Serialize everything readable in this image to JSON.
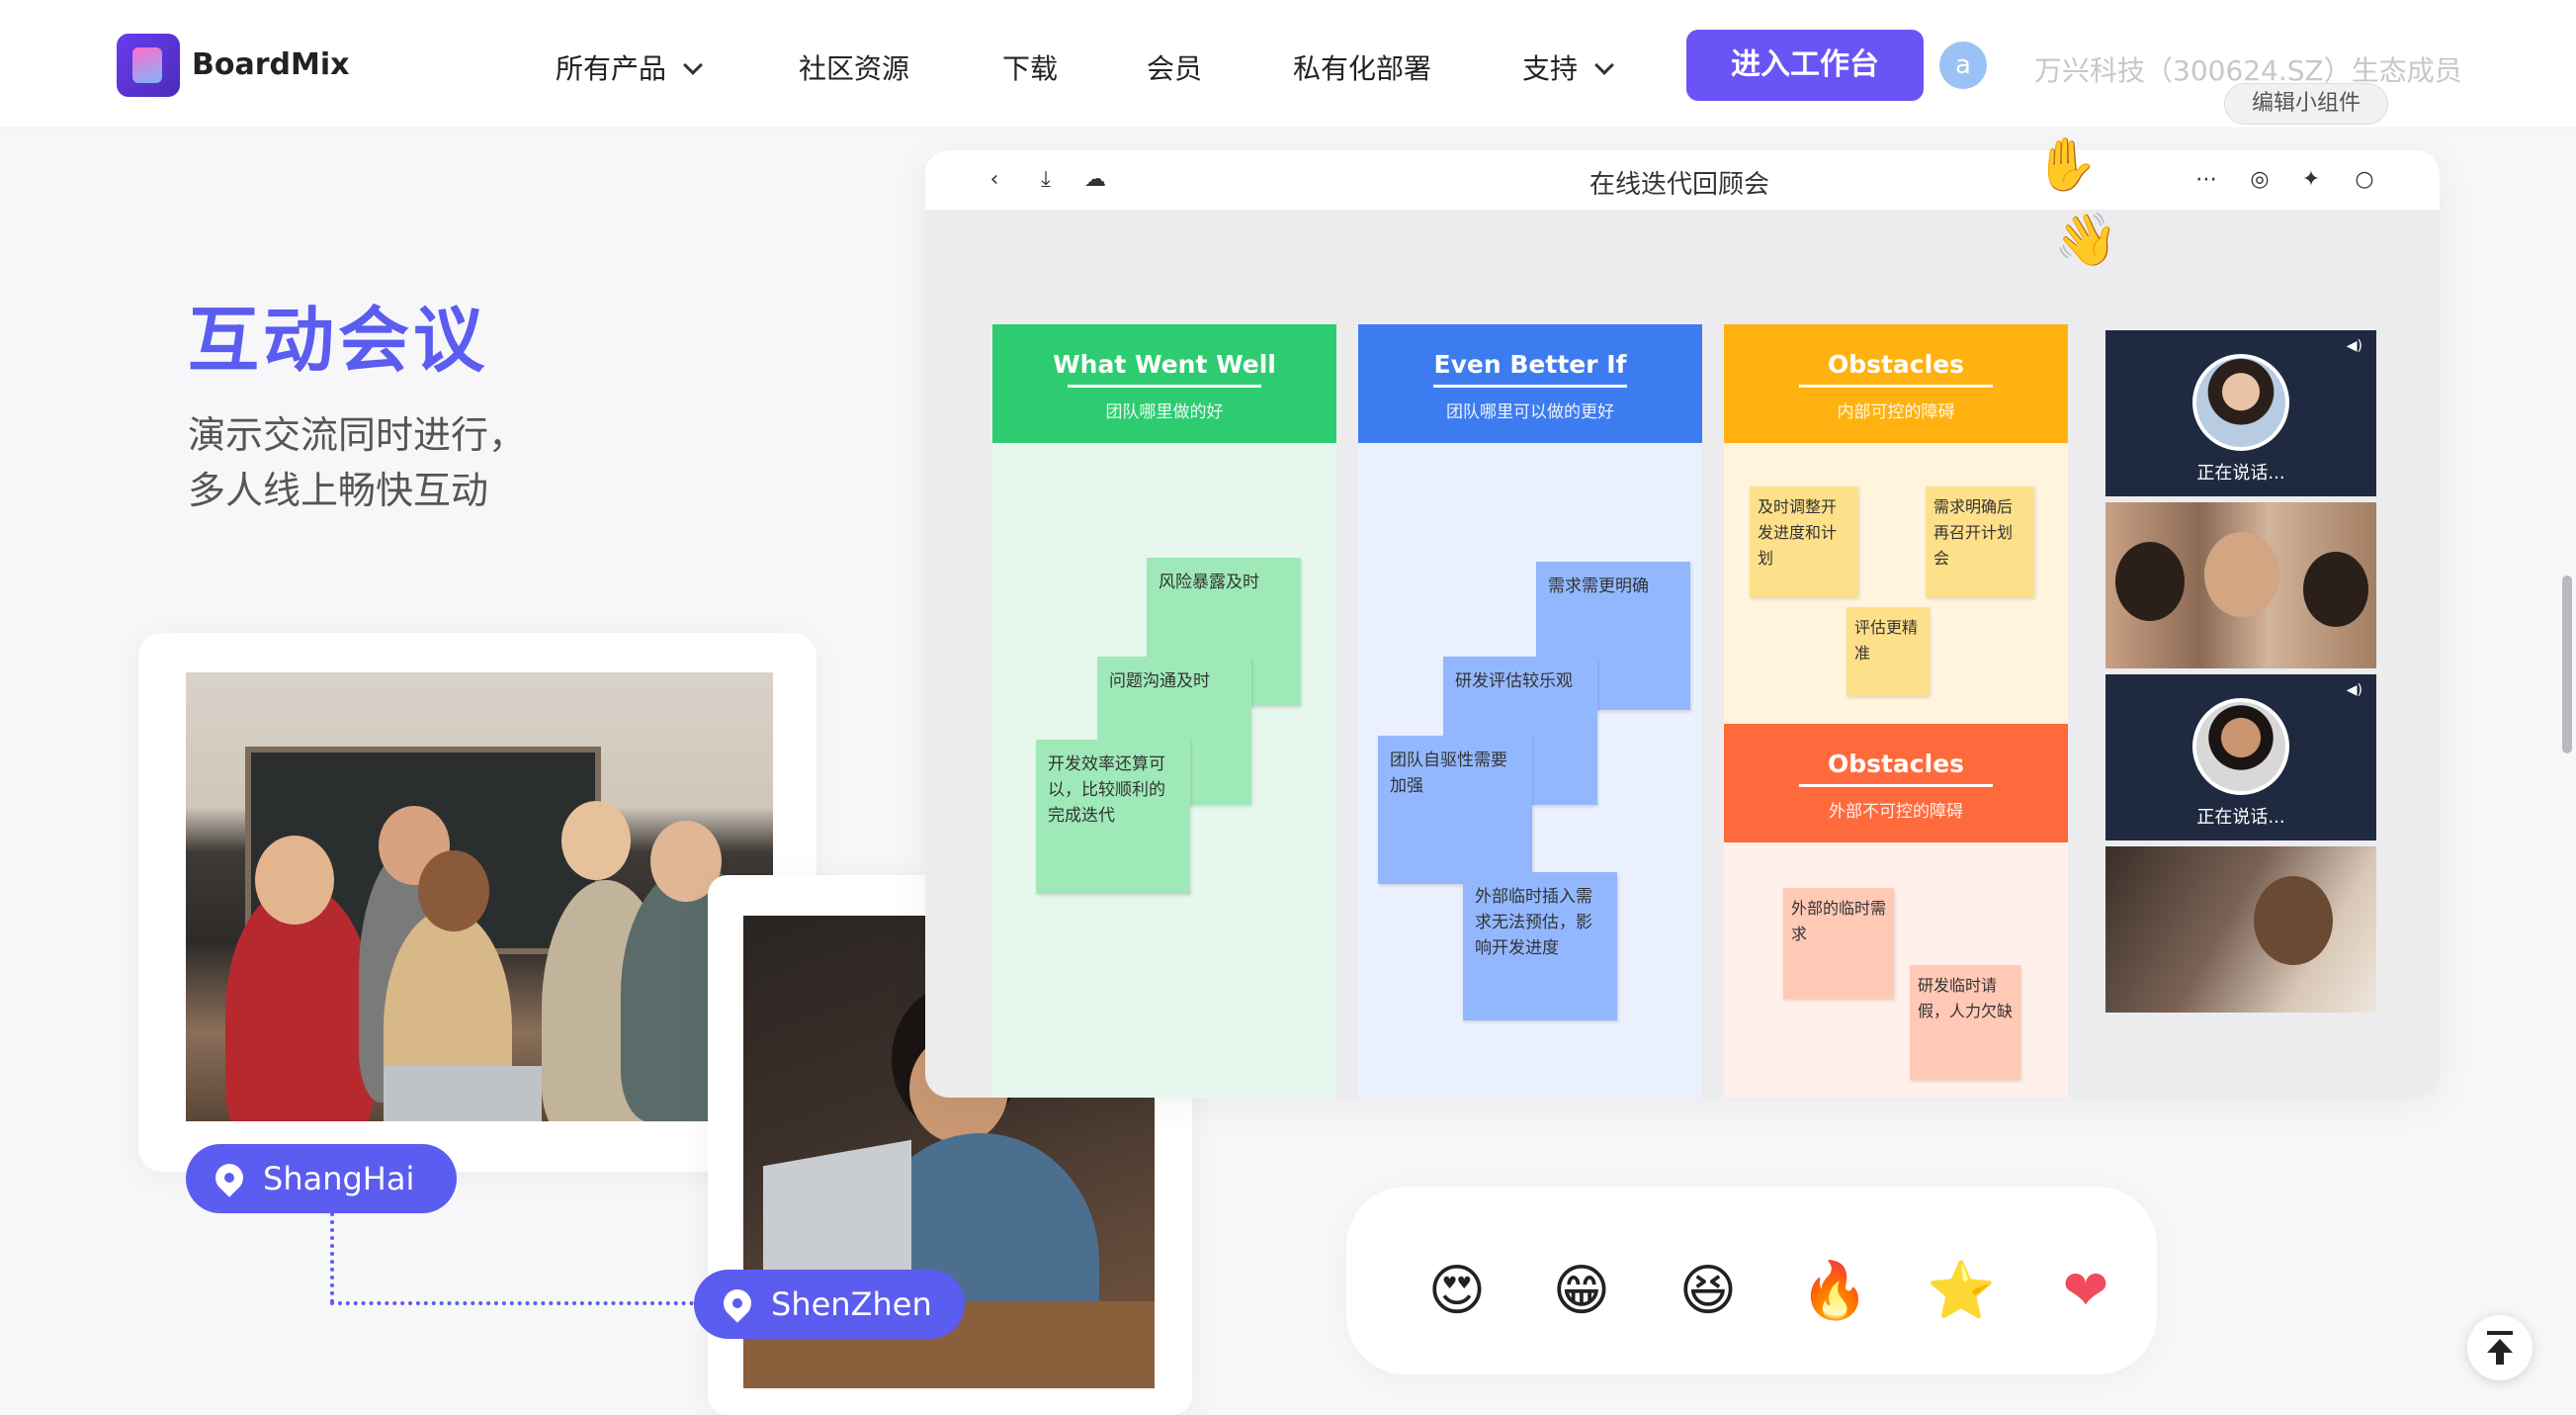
{
  "header": {
    "brand": "BoardMix",
    "nav": [
      {
        "label": "所有产品",
        "has_dropdown": true
      },
      {
        "label": "社区资源",
        "has_dropdown": false
      },
      {
        "label": "下载",
        "has_dropdown": false
      },
      {
        "label": "会员",
        "has_dropdown": false
      },
      {
        "label": "私有化部署",
        "has_dropdown": false
      },
      {
        "label": "支持",
        "has_dropdown": true
      }
    ],
    "cta": "进入工作台",
    "avatar_letter": "a",
    "eco_text": "万兴科技（300624.SZ）生态成员",
    "edit_widget": "编辑小组件"
  },
  "hero": {
    "title": "互动会议",
    "subtitle": "演示交流同时进行， 多人线上畅快互动",
    "locations": [
      "ShangHai",
      "ShenZhen"
    ]
  },
  "board": {
    "title": "在线迭代回顾会",
    "columns": [
      {
        "title": "What Went Well",
        "subtitle": "团队哪里做的好",
        "color": "#2ecc71",
        "bg": "#e6f8ee",
        "notes": [
          "风险暴露及时",
          "问题沟通及时",
          "开发效率还算可以，比较顺利的完成迭代"
        ]
      },
      {
        "title": "Even Better If",
        "subtitle": "团队哪里可以做的更好",
        "color": "#3d7cf0",
        "bg": "#eaf0fd",
        "notes": [
          "需求需更明确",
          "研发评估较乐观",
          "团队自驱性需要加强",
          "外部临时插入需求无法预估，影响开发进度"
        ]
      },
      {
        "title": "Obstacles",
        "subtitle": "内部可控的障碍",
        "color": "#ffb20f",
        "bg": "#fff4dc",
        "notes": [
          "及时调整开发进度和计划",
          "需求明确后再召开计划会",
          "评估更精准"
        ]
      },
      {
        "title": "Obstacles",
        "subtitle": "外部不可控的障碍",
        "color": "#ff6a3c",
        "bg": "#fff0ea",
        "notes": [
          "外部的临时需求",
          "研发临时请假，人力欠缺"
        ]
      }
    ],
    "videos": [
      {
        "label": "正在说话..."
      },
      {
        "label": ""
      },
      {
        "label": "正在说话..."
      },
      {
        "label": ""
      }
    ]
  },
  "emojis": [
    "😍",
    "😁",
    "😆",
    "🔥",
    "⭐",
    "❤"
  ],
  "icons": {
    "back": "chevron-left-icon",
    "download": "download-icon",
    "cloud": "cloud-icon",
    "more": "more-icon",
    "target": "target-icon",
    "party": "party-icon",
    "chat": "chat-icon",
    "to_top": "back-to-top-icon"
  }
}
